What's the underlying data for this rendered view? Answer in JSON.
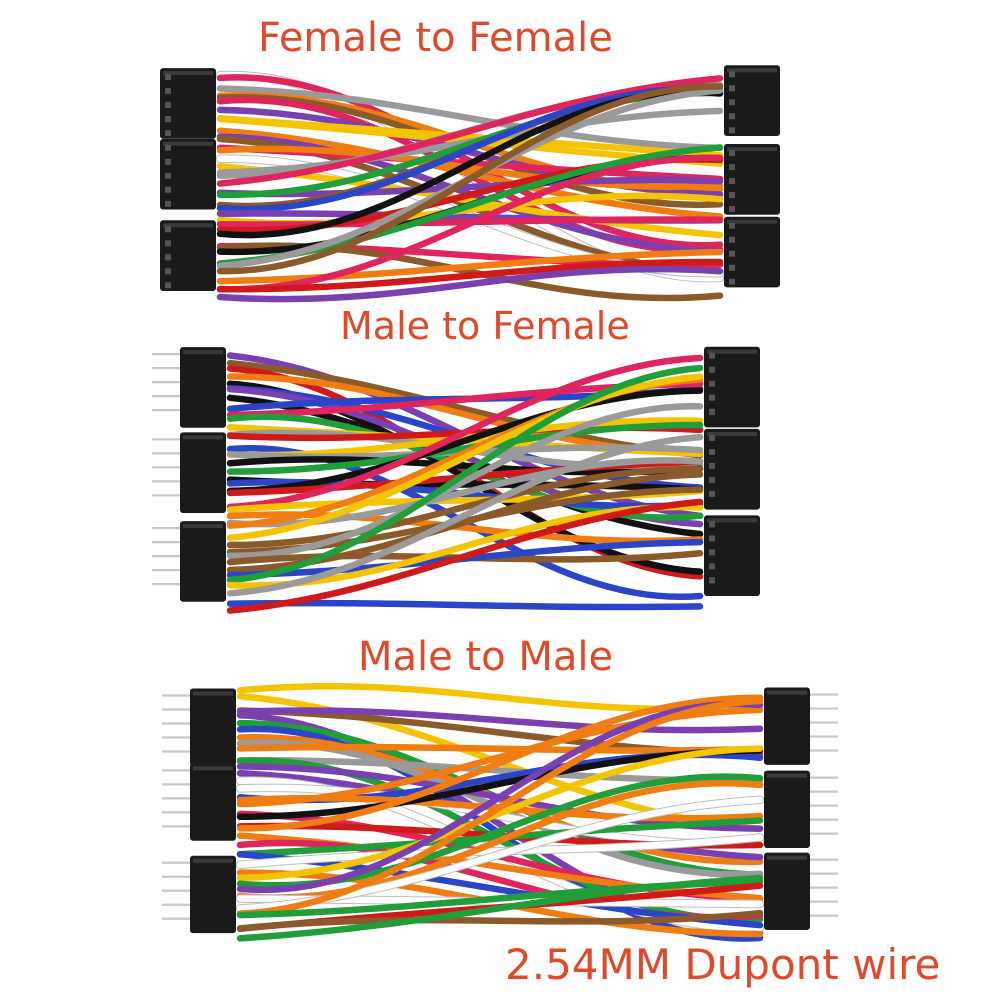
{
  "captions": {
    "female_to_female": "Female to Female",
    "male_to_female": "Male to Female",
    "male_to_male": "Male to Male",
    "product": "2.54MM Dupont wire"
  },
  "colors": {
    "caption": "#e04a2b",
    "housing": "#1a1a1a",
    "pin": "#c8c8c8",
    "background": "#ffffff"
  },
  "wire_colors": [
    "#f5c400",
    "#ffffff",
    "#d01a1a",
    "#e0245e",
    "#f07d12",
    "#1f9e3a",
    "#2a45c8",
    "#7a3fb0",
    "#8a5a2b",
    "#9a9a9a",
    "#111111"
  ],
  "bundles": [
    {
      "name": "female-to-female",
      "left_connector": "female",
      "right_connector": "female"
    },
    {
      "name": "male-to-female",
      "left_connector": "male",
      "right_connector": "female"
    },
    {
      "name": "male-to-male",
      "left_connector": "male",
      "right_connector": "male"
    }
  ]
}
